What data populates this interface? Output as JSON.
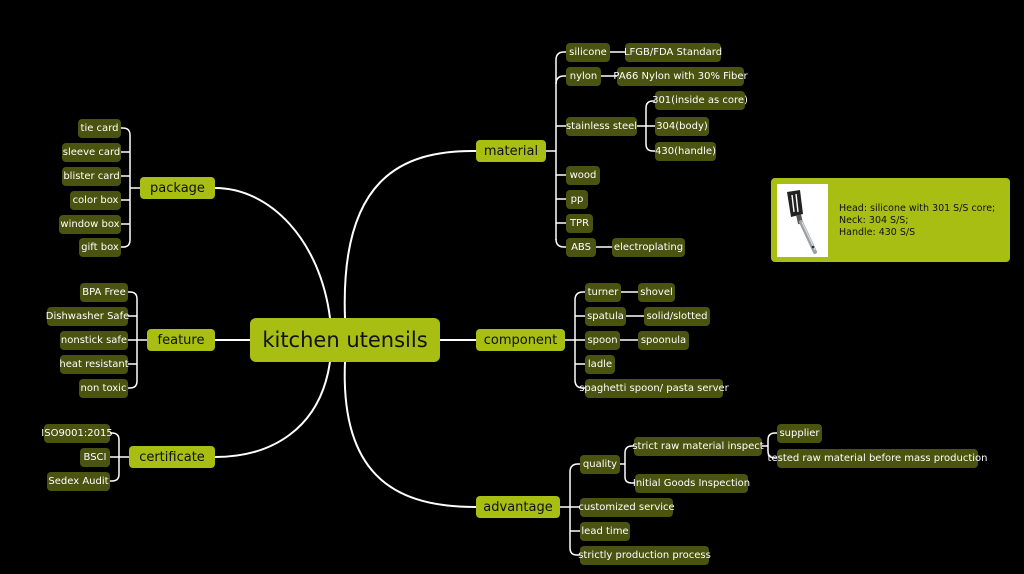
{
  "root": "kitchen utensils",
  "branches": {
    "material": "material",
    "component": "component",
    "advantage": "advantage",
    "package": "package",
    "feature": "feature",
    "certificate": "certificate"
  },
  "material": {
    "silicone": "silicone",
    "silicone_detail": "LFGB/FDA Standard",
    "nylon": "nylon",
    "nylon_detail": "PA66 Nylon with 30% Fiber",
    "stainless_steel": "stainless steel",
    "ss_items": [
      "301(inside as core)",
      "304(body)",
      "430(handle)"
    ],
    "wood": "wood",
    "pp": "pp",
    "tpr": "TPR",
    "abs": "ABS",
    "abs_detail": "electroplating"
  },
  "component": {
    "turner": "turner",
    "turner_detail": "shovel",
    "spatula": "spatula",
    "spatula_detail": "solid/slotted",
    "spoon": "spoon",
    "spoon_detail": "spoonula",
    "ladle": "ladle",
    "spaghetti": "spaghetti spoon/ pasta server"
  },
  "advantage": {
    "quality": "quality",
    "strict_inspect": "strict raw material inspect",
    "supplier": "supplier",
    "tested": "tested raw material before mass production",
    "initial": "Initial Goods Inspection",
    "customized": "customized service",
    "lead_time": "lead time",
    "strictly": "strictly production process"
  },
  "package": [
    "tie card",
    "sleeve card",
    "blister card",
    "color box",
    "window box",
    "gift box"
  ],
  "feature": [
    "BPA Free",
    "Dishwasher Safe",
    "nonstick safe",
    "heat resistant",
    "non toxic"
  ],
  "certificate": [
    "ISO9001:2015",
    "BSCI",
    "Sedex Audit"
  ],
  "note": {
    "line1": "Head: silicone with 301 S/S core;",
    "line2": "Neck: 304 S/S;",
    "line3": "Handle: 430 S/S"
  },
  "colors": {
    "background": "#000000",
    "primary_node": "#a8be12",
    "leaf_node": "#4a5410",
    "line": "#ffffff"
  }
}
